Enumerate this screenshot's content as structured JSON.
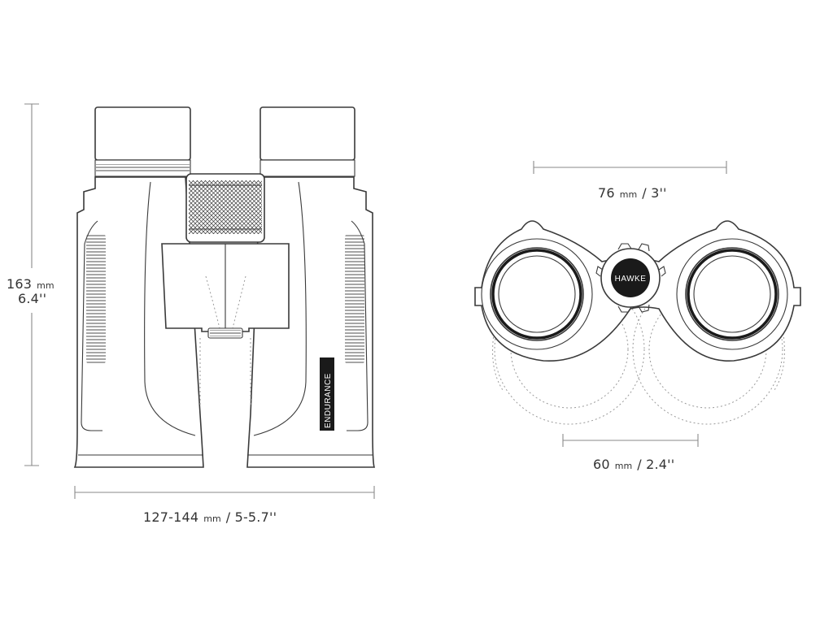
{
  "dimensions": {
    "height": {
      "value": "163",
      "unit": "mm",
      "imperial": "6.4''"
    },
    "width": {
      "value": "127-144",
      "unit": "mm",
      "imperial": "/ 5-5.7''"
    },
    "objective_spacing": {
      "value": "76",
      "unit": "mm",
      "imperial": "/ 3''"
    },
    "interpupillary": {
      "value": "60",
      "unit": "mm",
      "imperial": "/ 2.4''"
    }
  },
  "labels": {
    "model": "ENDURANCE",
    "brand": "HAWKE"
  },
  "colors": {
    "line": "#3a3a3a",
    "dimension_line": "#8a8a8a",
    "dotted": "#9a9a9a",
    "badge": "#1a1a1a"
  }
}
